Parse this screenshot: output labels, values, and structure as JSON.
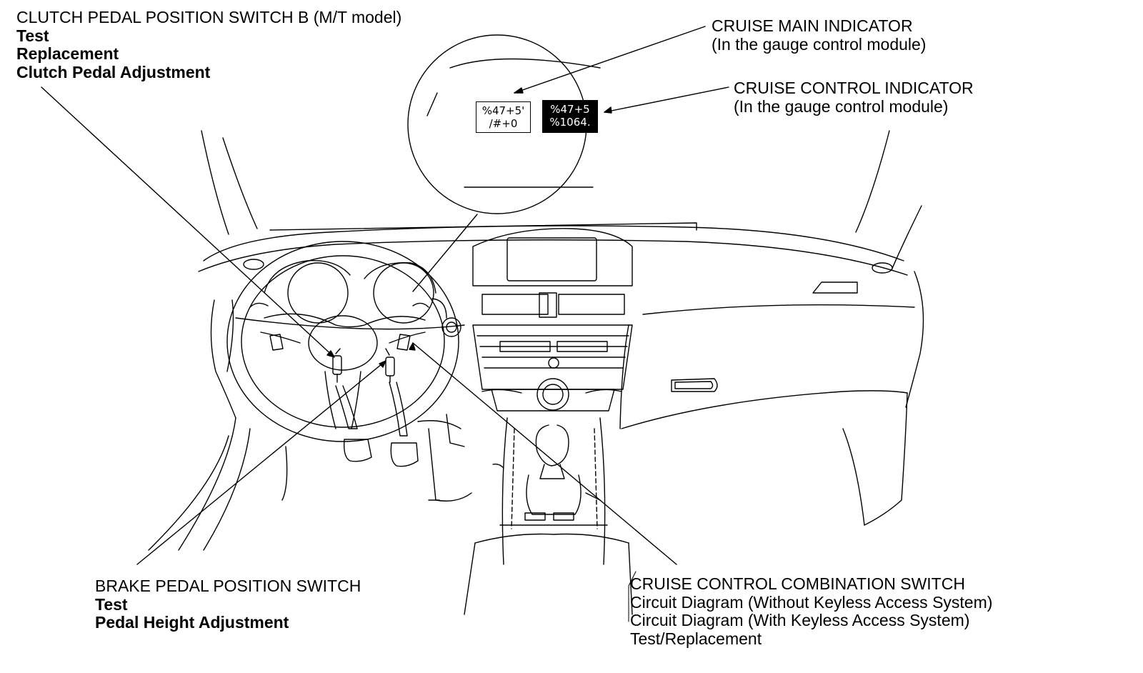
{
  "labels": {
    "clutch_switch": {
      "title": "CLUTCH PEDAL POSITION SWITCH B (M/T model)",
      "links": [
        "Test",
        "Replacement",
        "Clutch Pedal Adjustment"
      ]
    },
    "cruise_main_indicator": {
      "title": "CRUISE MAIN INDICATOR",
      "subtitle": "(In the gauge control module)"
    },
    "cruise_control_indicator": {
      "title": "CRUISE CONTROL INDICATOR",
      "subtitle": "(In the gauge control module)"
    },
    "brake_switch": {
      "title": "BRAKE PEDAL POSITION SWITCH",
      "links": [
        "Test",
        "Pedal Height Adjustment"
      ]
    },
    "cruise_combination_switch": {
      "title": "CRUISE CONTROL COMBINATION SWITCH",
      "links": [
        "Circuit Diagram (Without Keyless Access System)",
        "Circuit Diagram (With Keyless Access System)",
        "Test/Replacement"
      ]
    }
  },
  "indicator_icons": {
    "main": {
      "line1": "%47+5'",
      "line2": "/#+0"
    },
    "control": {
      "line1": "%47+5",
      "line2": "%1064."
    }
  },
  "colors": {
    "ink": "#000000",
    "paper": "#ffffff"
  }
}
